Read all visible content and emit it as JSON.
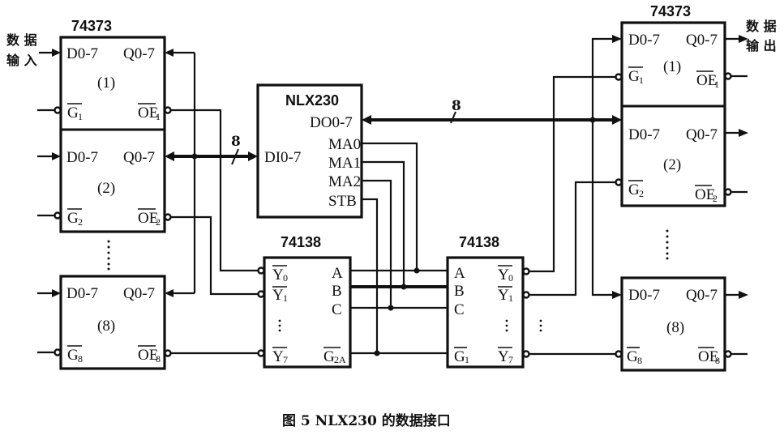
{
  "figure": {
    "caption": "图 5  NLX230 的数据接口",
    "input_label_line1": "数 据",
    "input_label_line2": "输 入",
    "output_label_line1": "数 据",
    "output_label_line2": "输 出"
  },
  "left_latches": {
    "chip_name": "74373",
    "blocks": [
      {
        "index": "(1)",
        "d": "D0-7",
        "q": "Q0-7",
        "g": "G",
        "g_sub": "1",
        "oe": "OE",
        "oe_sub": "1"
      },
      {
        "index": "(2)",
        "d": "D0-7",
        "q": "Q0-7",
        "g": "G",
        "g_sub": "2",
        "oe": "OE",
        "oe_sub": "2"
      },
      {
        "index": "(8)",
        "d": "D0-7",
        "q": "Q0-7",
        "g": "G",
        "g_sub": "8",
        "oe": "OE",
        "oe_sub": "8"
      }
    ]
  },
  "right_latches": {
    "chip_name": "74373",
    "blocks": [
      {
        "index": "(1)",
        "d": "D0-7",
        "q": "Q0-7",
        "g": "G",
        "g_sub": "1",
        "oe": "OE",
        "oe_sub": "1"
      },
      {
        "index": "(2)",
        "d": "D0-7",
        "q": "Q0-7",
        "g": "G",
        "g_sub": "2",
        "oe": "OE",
        "oe_sub": "2"
      },
      {
        "index": "(8)",
        "d": "D0-7",
        "q": "Q0-7",
        "g": "G",
        "g_sub": "8",
        "oe": "OE",
        "oe_sub": "8"
      }
    ]
  },
  "nlx230": {
    "chip_name": "NLX230",
    "pins": {
      "di": "DI0-7",
      "do": "DO0-7",
      "ma0": "MA0",
      "ma1": "MA1",
      "ma2": "MA2",
      "stb": "STB"
    }
  },
  "decoder_left": {
    "chip_name": "74138",
    "pins": {
      "y0": "Y",
      "y0_sub": "0",
      "y1": "Y",
      "y1_sub": "1",
      "y7": "Y",
      "y7_sub": "7",
      "a": "A",
      "b": "B",
      "c": "C",
      "g2a": "G",
      "g2a_sub": "2A"
    }
  },
  "decoder_right": {
    "chip_name": "74138",
    "pins": {
      "a": "A",
      "b": "B",
      "c": "C",
      "g1": "G",
      "g1_sub": "1",
      "y0": "Y",
      "y0_sub": "0",
      "y1": "Y",
      "y1_sub": "1",
      "y7": "Y",
      "y7_sub": "7"
    }
  },
  "buses": {
    "left_bus_width": "8",
    "right_bus_width": "8"
  }
}
